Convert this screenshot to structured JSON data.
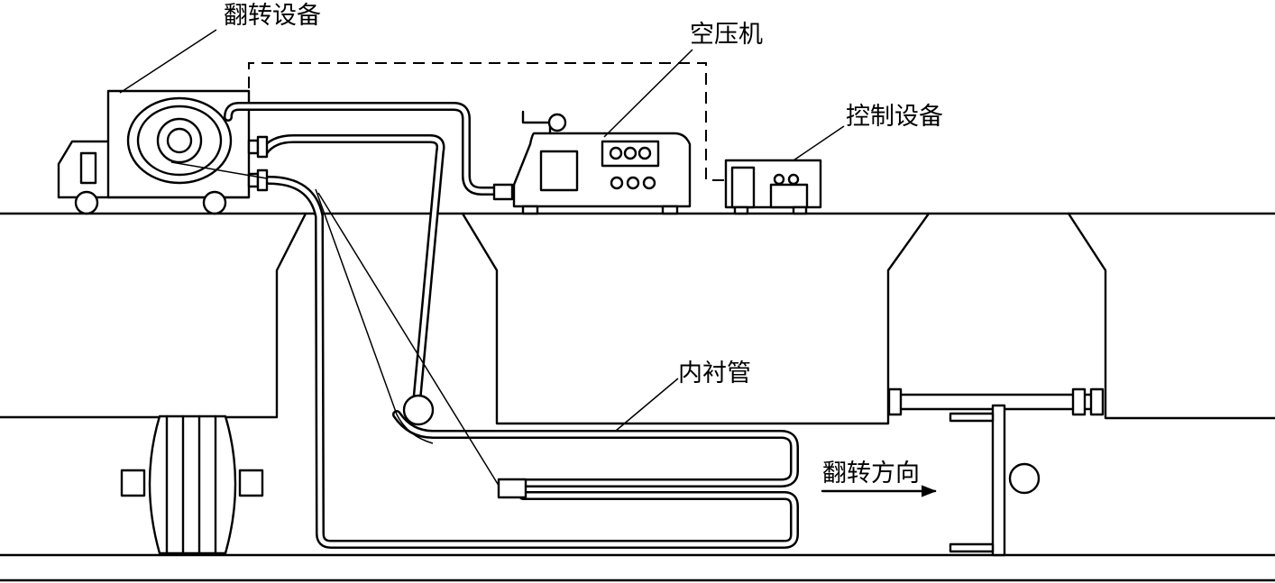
{
  "labels": {
    "reversing_equipment": "翻转设备",
    "air_compressor": "空压机",
    "control_equipment": "控制设备",
    "liner_pipe": "内衬管",
    "reversing_direction": "翻转方向"
  }
}
